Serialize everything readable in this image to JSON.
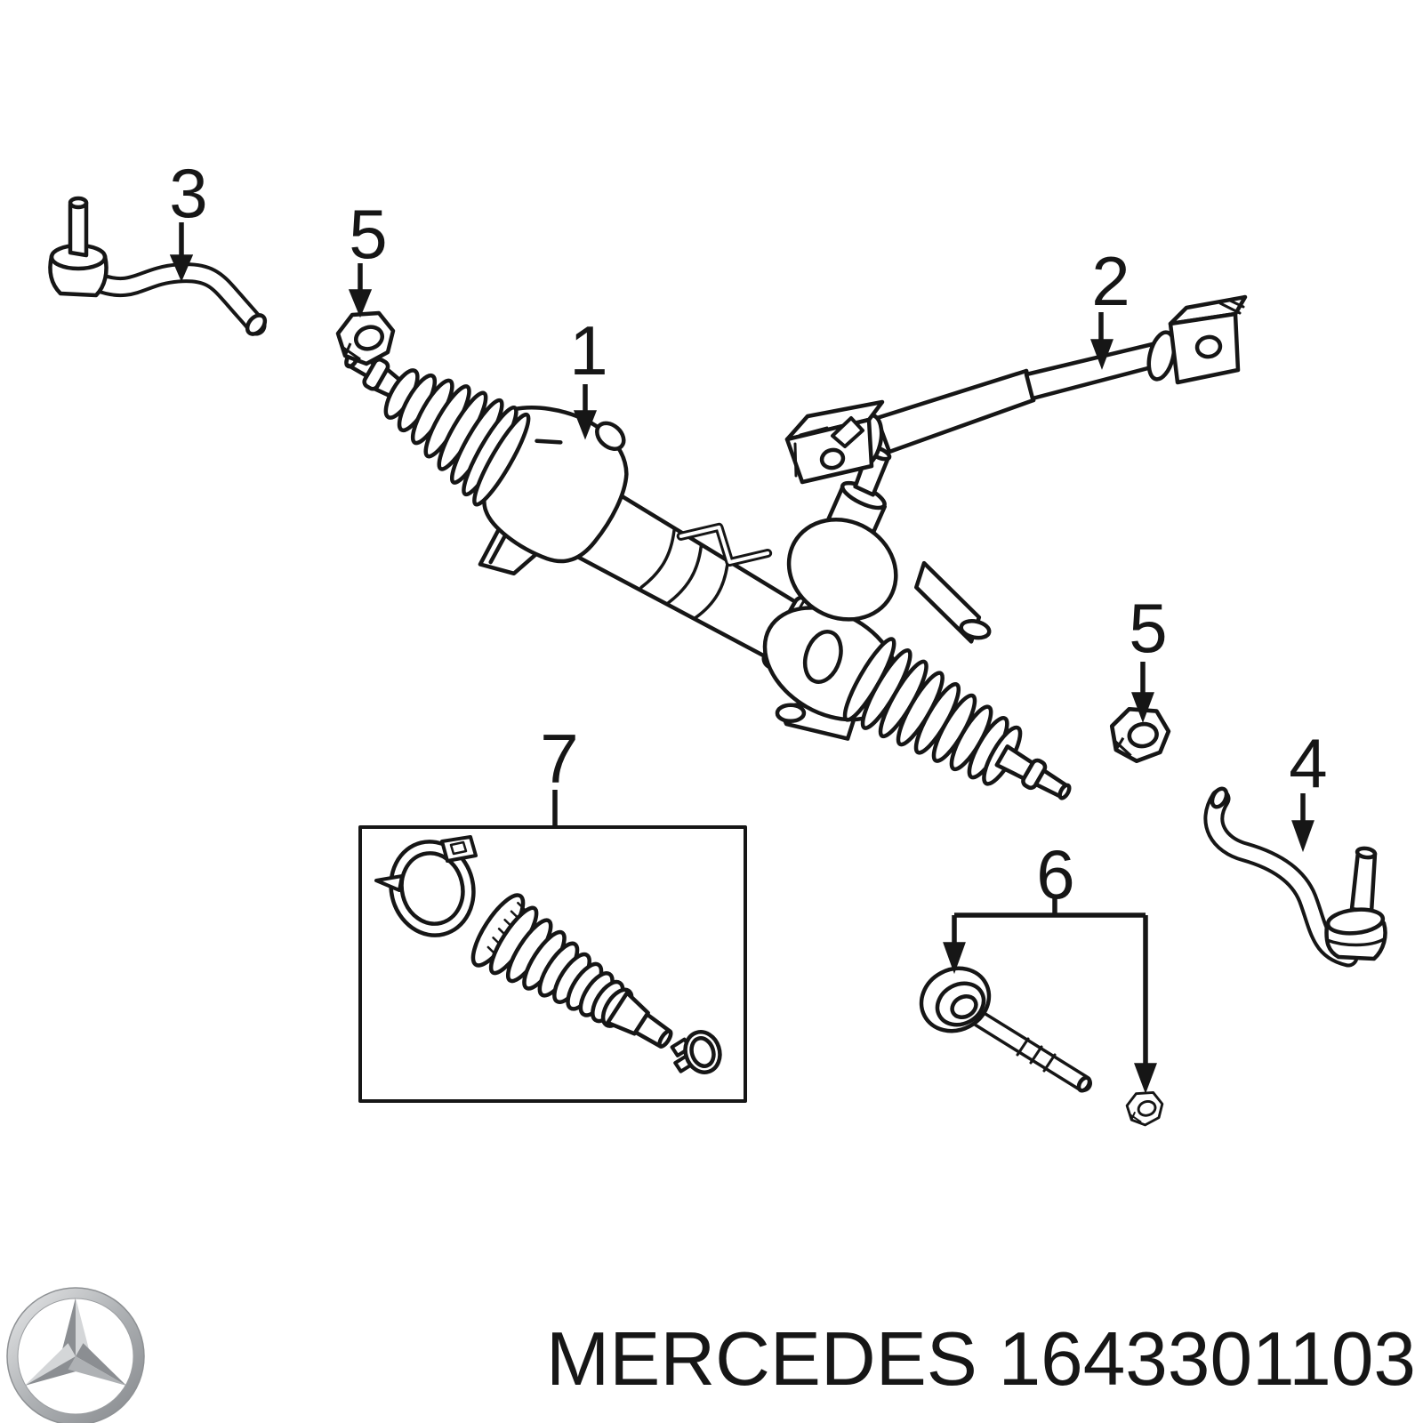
{
  "caption": {
    "text": "MERCEDES 1643301103",
    "brand": "MERCEDES",
    "part_number": "1643301103"
  },
  "callouts": {
    "rack": "1",
    "shaft": "2",
    "tie_rod_left": "3",
    "tie_rod_right": "4",
    "nut_left": "5",
    "nut_right": "5",
    "inner_tie_rod": "6",
    "boot_kit": "7"
  },
  "colors": {
    "background": "#ffffff",
    "line": "#161616",
    "label_text": "#161616",
    "logo_silver_light": "#dcdedf",
    "logo_silver_mid": "#aeb1b4",
    "logo_silver_dark": "#85888c"
  }
}
